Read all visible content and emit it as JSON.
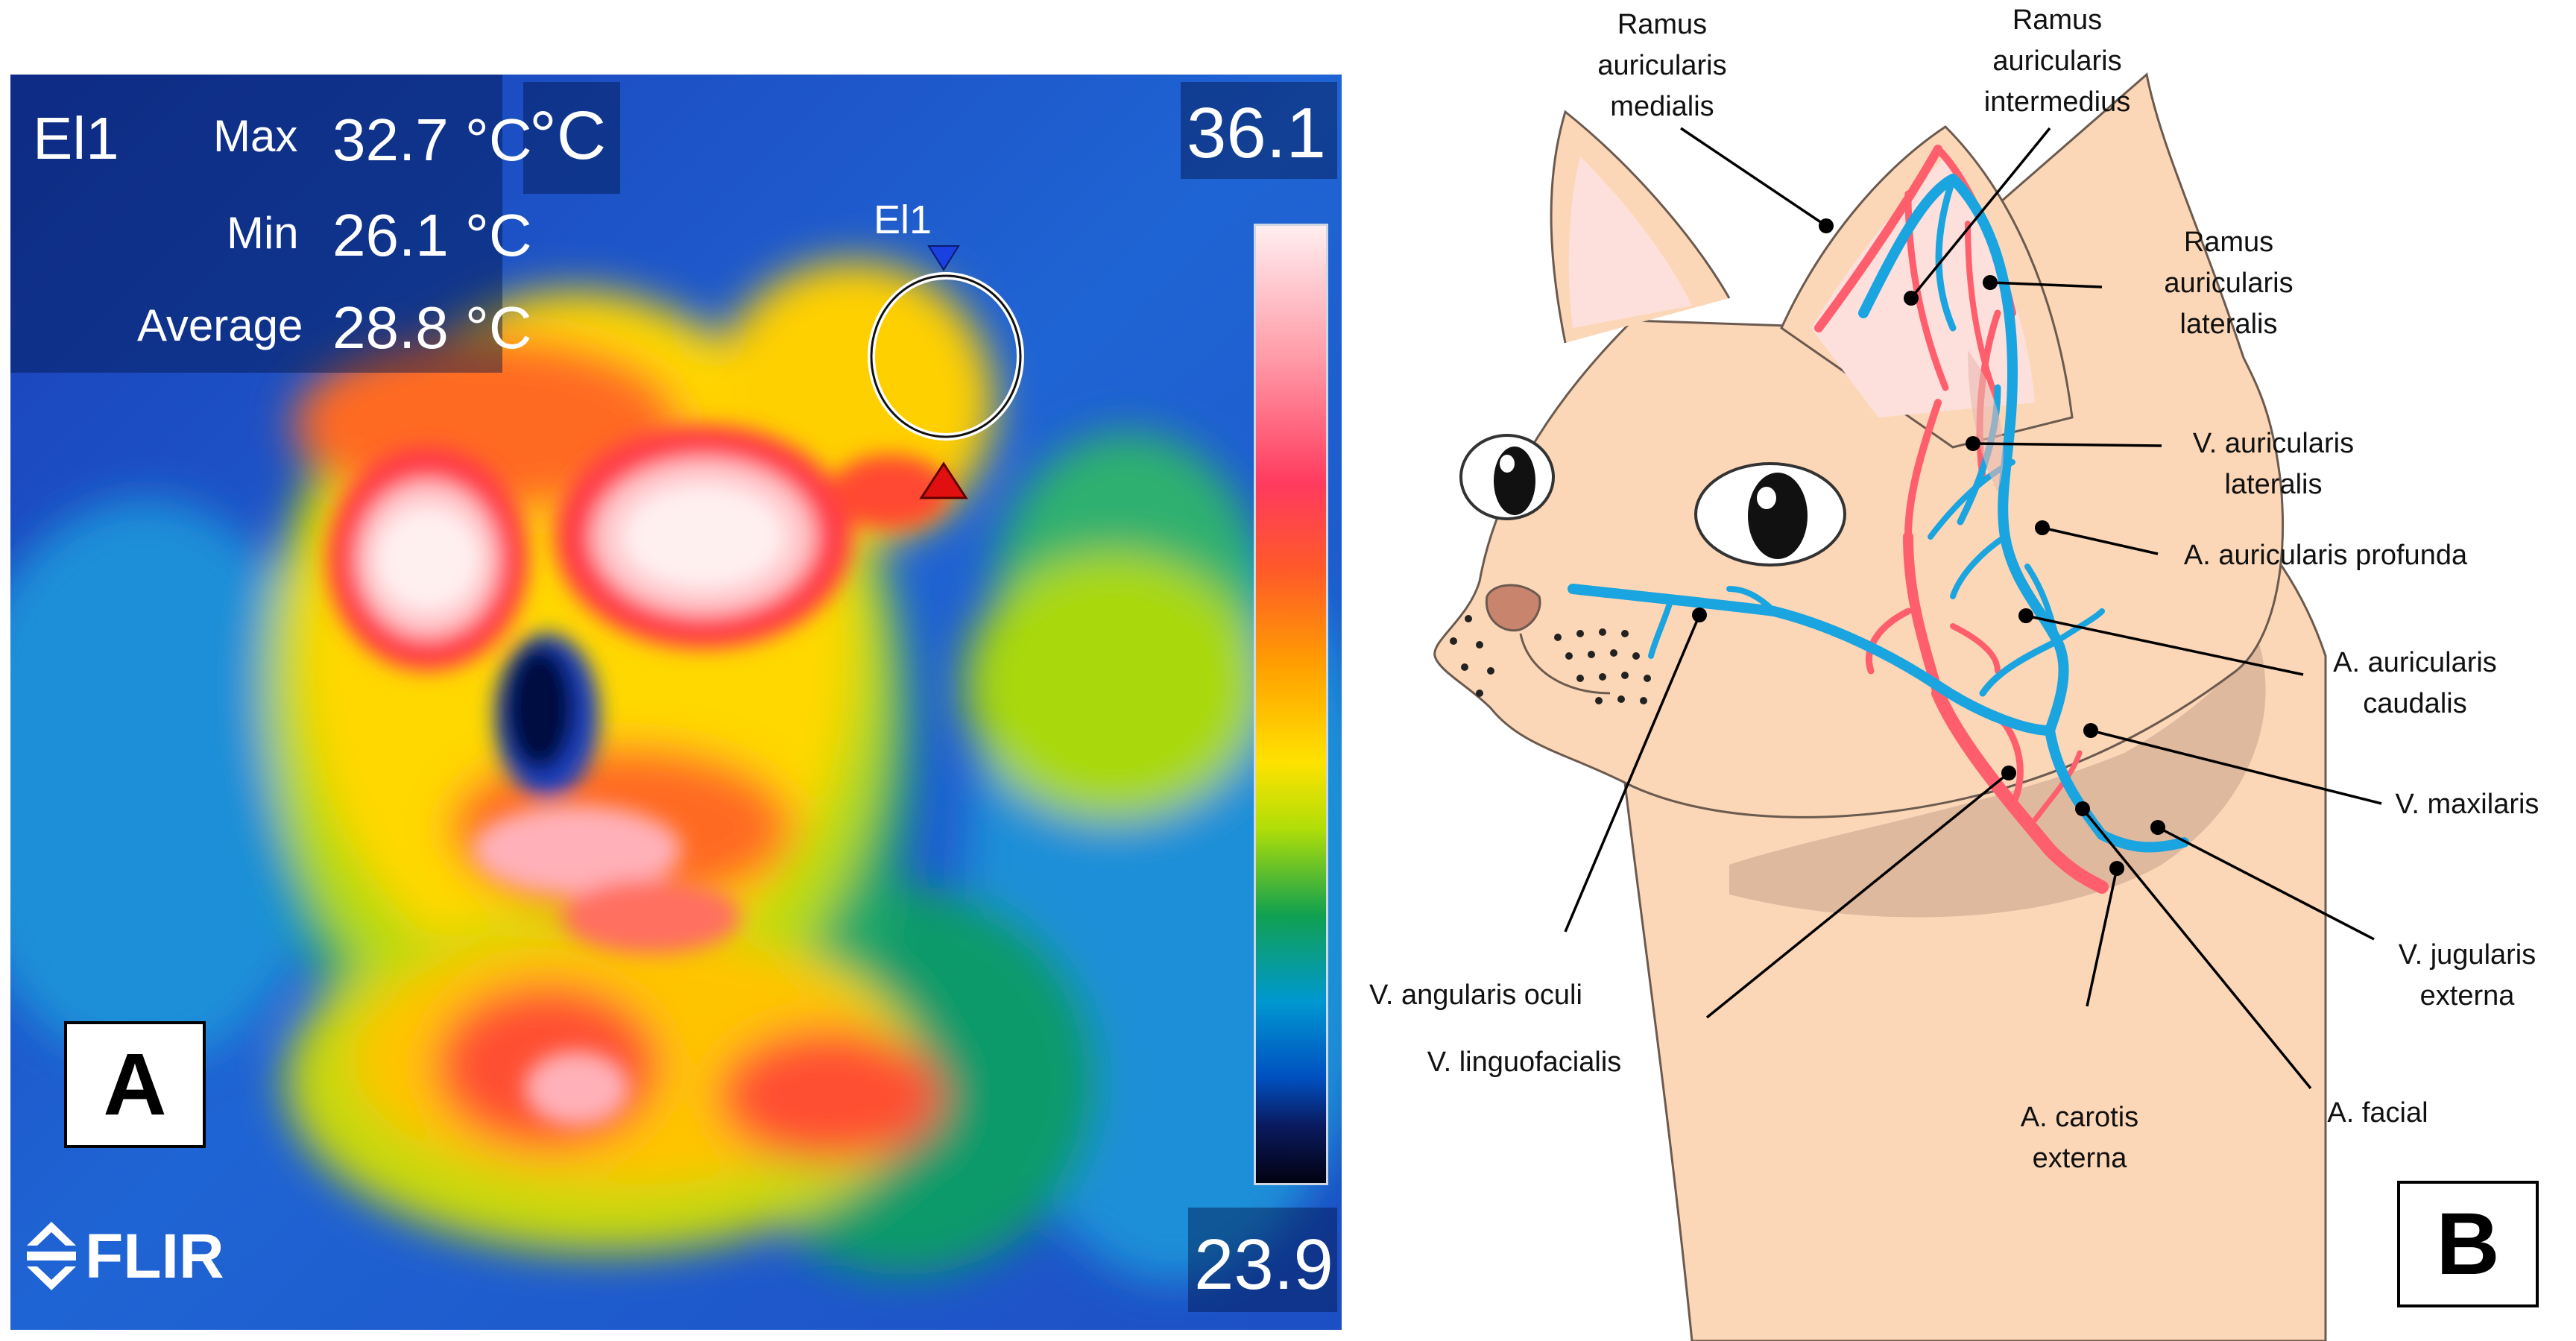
{
  "panel_a": {
    "letter": "A",
    "roi_label": "El1",
    "stats": [
      {
        "label": "Max",
        "value": "32.7 °C"
      },
      {
        "label": "Min",
        "value": "26.1 °C"
      },
      {
        "label": "Average",
        "value": "28.8 °C"
      }
    ],
    "unit": "°C",
    "scale_max": "36.1",
    "scale_min": "23.9",
    "marker_label": "El1",
    "brand": "FLIR"
  },
  "panel_b": {
    "letter": "B",
    "labels": {
      "ramus_medialis": [
        "Ramus",
        "auricularis",
        "medialis"
      ],
      "ramus_intermedius": [
        "Ramus",
        "auricularis",
        "intermedius"
      ],
      "ramus_lateralis": [
        "Ramus",
        "auricularis",
        "lateralis"
      ],
      "v_auricularis_lateralis": [
        "V. auricularis",
        "lateralis"
      ],
      "a_auricularis_profunda": [
        "A. auricularis profunda"
      ],
      "a_auricularis_caudalis": [
        "A. auricularis",
        "caudalis"
      ],
      "v_maxilaris": [
        "V. maxilaris"
      ],
      "v_jugularis_externa": [
        "V. jugularis",
        "externa"
      ],
      "a_facial": [
        "A. facial"
      ],
      "a_carotis_externa": [
        "A. carotis",
        "externa"
      ],
      "v_linguofacialis": [
        "V. linguofacialis"
      ],
      "v_angularis_oculi": [
        "V. angularis oculi"
      ]
    },
    "colors": {
      "vein": "#1aa4e0",
      "artery": "#ff5f6d",
      "skin": "#fcd7b7",
      "ear_inner": "#fde0dc"
    }
  }
}
